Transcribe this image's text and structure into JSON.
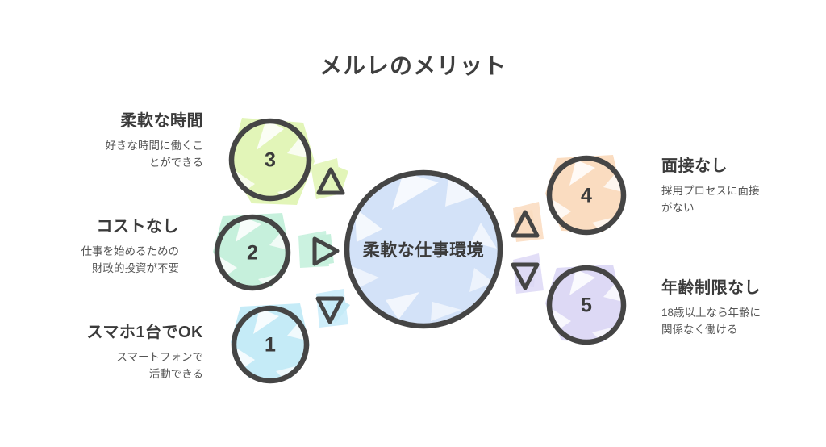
{
  "header": {
    "title": "メルレのメリット"
  },
  "center": {
    "label": "柔軟な仕事環境",
    "fill": "#d3e2f8",
    "stroke": "#4a4a4a"
  },
  "colors": {
    "outline": "#454545",
    "text_heading": "#3b3b3b",
    "text_body": "#555555",
    "background": "#ffffff"
  },
  "nodes": [
    {
      "number": "1",
      "heading": "スマホ1台でOK",
      "body": "スマートフォンで\n活動できる",
      "fill": "#c5ebf7",
      "side": "left",
      "marker": "triangle-down"
    },
    {
      "number": "2",
      "heading": "コストなし",
      "body": "仕事を始めるための\n財政的投資が不要",
      "fill": "#c6f0dc",
      "side": "left",
      "marker": "triangle-right"
    },
    {
      "number": "3",
      "heading": "柔軟な時間",
      "body": "好きな時間に働くこ\nとができる",
      "fill": "#e2f5b8",
      "side": "left",
      "marker": "triangle-up"
    },
    {
      "number": "4",
      "heading": "面接なし",
      "body": "採用プロセスに面接\nがない",
      "fill": "#fadcc0",
      "side": "right",
      "marker": "triangle-up"
    },
    {
      "number": "5",
      "heading": "年齢制限なし",
      "body": "18歳以上なら年齢に\n関係なく働ける",
      "fill": "#ddd9f5",
      "side": "right",
      "marker": "triangle-down"
    }
  ],
  "labels": {
    "flexible_time": {
      "heading": "柔軟な時間",
      "line1": "好きな時間に働くこ",
      "line2": "とができる"
    },
    "no_cost": {
      "heading": "コストなし",
      "line1": "仕事を始めるための",
      "line2": "財政的投資が不要"
    },
    "smartphone": {
      "heading": "スマホ1台でOK",
      "line1": "スマートフォンで",
      "line2": "活動できる"
    },
    "no_interview": {
      "heading": "面接なし",
      "line1": "採用プロセスに面接",
      "line2": "がない"
    },
    "no_age_limit": {
      "heading": "年齢制限なし",
      "line1": "18歳以上なら年齢に",
      "line2": "関係なく働ける"
    }
  },
  "numbers": {
    "n1": "1",
    "n2": "2",
    "n3": "3",
    "n4": "4",
    "n5": "5"
  }
}
